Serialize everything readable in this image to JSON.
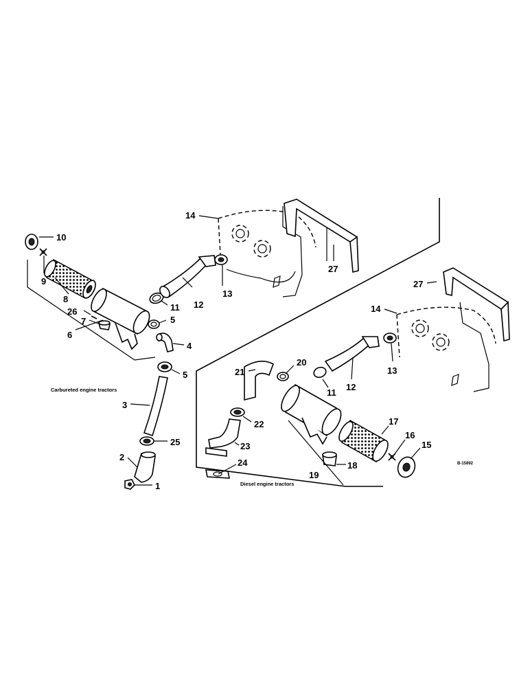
{
  "diagram": {
    "captions": {
      "carbureted": "Carbureted engine tractors",
      "diesel": "Diesel engine tractors",
      "figure_ref": "B-15892"
    },
    "callouts": {
      "c1": "1",
      "c2": "2",
      "c3": "3",
      "c4": "4",
      "c5a": "5",
      "c5b": "5",
      "c6": "6",
      "c7": "7",
      "c8": "8",
      "c9": "9",
      "c10": "10",
      "c11a": "11",
      "c11b": "11",
      "c12a": "12",
      "c12b": "12",
      "c13a": "13",
      "c13b": "13",
      "c14a": "14",
      "c14b": "14",
      "c15": "15",
      "c16": "16",
      "c17": "17",
      "c18": "18",
      "c19": "19",
      "c20": "20",
      "c21": "21",
      "c22": "22",
      "c23": "23",
      "c24": "24",
      "c25": "25",
      "c26": "26",
      "c27a": "27",
      "c27b": "27"
    }
  }
}
